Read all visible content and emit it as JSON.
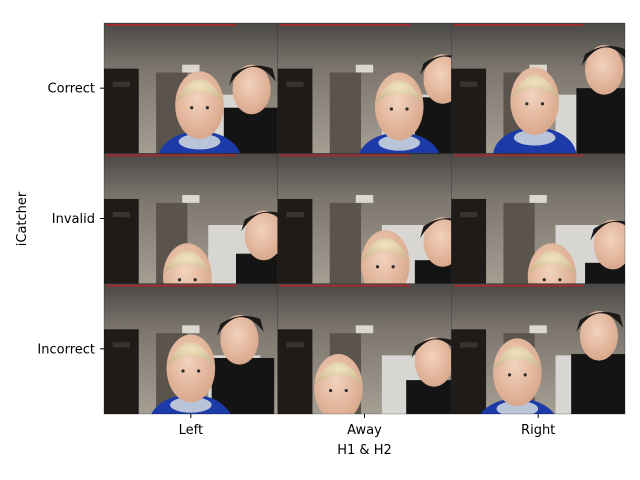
{
  "chart_data": {
    "type": "image-grid",
    "title": "",
    "xlabel": "H1 & H2",
    "ylabel": "iCatcher",
    "x_categories": [
      "Left",
      "Away",
      "Right"
    ],
    "y_categories": [
      "Correct",
      "Invalid",
      "Incorrect"
    ],
    "cells": [
      {
        "row": "Correct",
        "col": "Left",
        "content": "video-frame-infant-and-adult"
      },
      {
        "row": "Correct",
        "col": "Away",
        "content": "video-frame-infant-and-adult"
      },
      {
        "row": "Correct",
        "col": "Right",
        "content": "video-frame-infant-and-adult"
      },
      {
        "row": "Invalid",
        "col": "Left",
        "content": "video-frame-infant-and-adult"
      },
      {
        "row": "Invalid",
        "col": "Away",
        "content": "video-frame-infant-and-adult"
      },
      {
        "row": "Invalid",
        "col": "Right",
        "content": "video-frame-infant-and-adult"
      },
      {
        "row": "Incorrect",
        "col": "Left",
        "content": "video-frame-infant-and-adult"
      },
      {
        "row": "Incorrect",
        "col": "Away",
        "content": "video-frame-infant-and-adult"
      },
      {
        "row": "Incorrect",
        "col": "Right",
        "content": "video-frame-infant-and-adult"
      }
    ],
    "grid": false
  }
}
